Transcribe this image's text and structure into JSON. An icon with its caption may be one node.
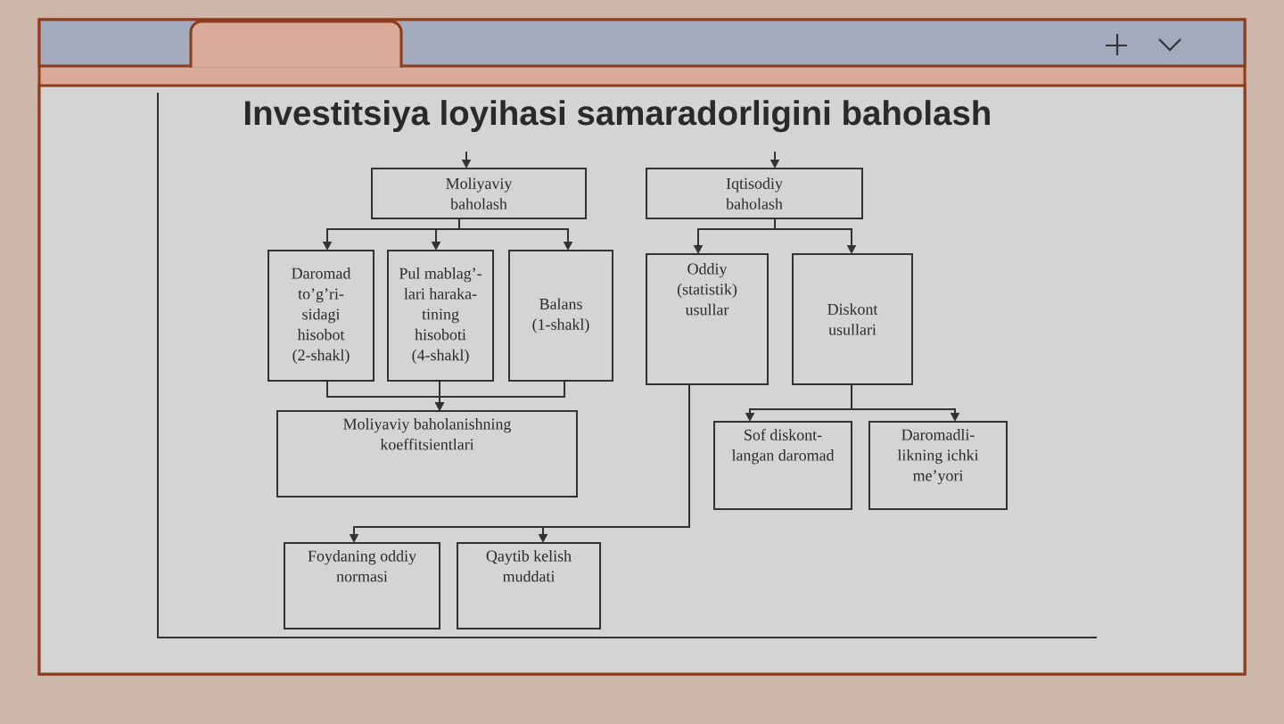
{
  "diagram": {
    "title": "Investitsiya loyihasi samaradorligini baholash",
    "nodes": [
      {
        "text": [
          "Moliyaviy baholash"
        ]
      },
      {
        "text": [
          "Iqtisodiy baholash"
        ]
      },
      {
        "text": [
          "Daromad to’g’ri- sidagi hisobot (2-shakl)"
        ]
      },
      {
        "text": [
          "Pul mablag’- lari haraka- tining hisoboti (4-shakl)"
        ]
      },
      {
        "text": [
          "Balans (1-shakl)"
        ]
      },
      {
        "text": [
          "Oddiy (statistik) usullar"
        ]
      },
      {
        "text": [
          "Diskont usullari"
        ]
      },
      {
        "text": [
          "Moliyaviy baholanishning koeffitsientlari"
        ]
      },
      {
        "text": [
          "Sof diskont- langan daromad"
        ]
      },
      {
        "text": [
          "Daromadli- likning ichki me’yori"
        ]
      },
      {
        "text": [
          "Foydaning oddiy normasi"
        ]
      },
      {
        "text": [
          "Qaytib kelish muddati"
        ]
      }
    ],
    "edges": [
      {
        "from": null,
        "to": 0,
        "arrow": "to"
      },
      {
        "from": null,
        "to": 1,
        "arrow": "to"
      },
      {
        "from": 0,
        "to": 2,
        "arrow": "to"
      },
      {
        "from": 0,
        "to": 3,
        "arrow": "to"
      },
      {
        "from": 0,
        "to": 4,
        "arrow": "to"
      },
      {
        "from": 1,
        "to": 5,
        "arrow": "to"
      },
      {
        "from": 1,
        "to": 6,
        "arrow": "to"
      },
      {
        "from": 2,
        "to": 7,
        "arrow": "to"
      },
      {
        "from": 3,
        "to": 7,
        "arrow": "to"
      },
      {
        "from": 4,
        "to": 7,
        "arrow": "to"
      },
      {
        "from": 6,
        "to": 8,
        "arrow": "to"
      },
      {
        "from": 6,
        "to": 9,
        "arrow": "to"
      },
      {
        "from": 5,
        "to": 10,
        "arrow": "to"
      },
      {
        "from": 5,
        "to": 11,
        "arrow": "to"
      }
    ]
  }
}
